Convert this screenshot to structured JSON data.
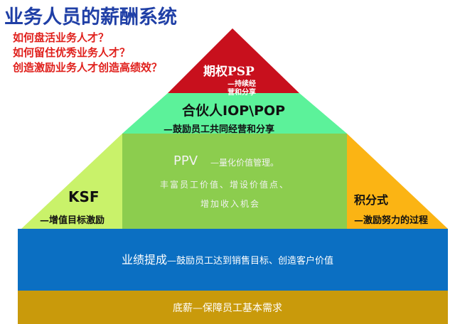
{
  "header": {
    "title": "业务人员的薪酬系统",
    "questions": [
      "如何盘活业务人才？",
      "如何留住优秀业务人才？",
      "创造激励业务人才创造高绩效？"
    ]
  },
  "pyramid": {
    "psp": {
      "title": "期权PSP",
      "desc_line1": "—持续经",
      "desc_line2": "营和分享",
      "color": "#c8101d"
    },
    "iop": {
      "title": "合伙人IOP\\POP",
      "desc": "—鼓励员工共同经营和分享",
      "color": "#5cf29a"
    },
    "ppv": {
      "title": "PPV",
      "title_suffix": "—量化价值管理。",
      "line2": "丰富员工价值、增设价值点、",
      "line3": "增加收入机会",
      "color": "#8ccd4e"
    },
    "ksf": {
      "title": "KSF",
      "desc": "—增值目标激励",
      "color": "#c9f26a"
    },
    "points": {
      "title": "积分式",
      "desc": "—激励努力的过程",
      "color": "#fbb414"
    },
    "performance": {
      "title": "业绩提成",
      "desc": "—鼓励员工达到销售目标、创造客户价值",
      "color": "#0b6fc2"
    },
    "base_salary": {
      "title": "底薪",
      "desc": "—保障员工基本需求",
      "color": "#c99a0b"
    }
  }
}
